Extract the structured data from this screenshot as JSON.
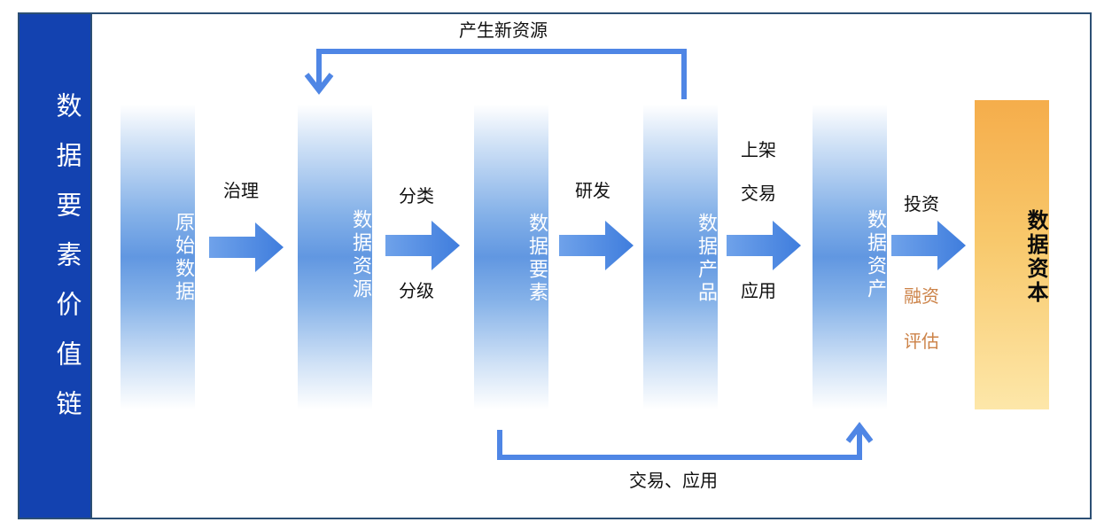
{
  "side_title": "数据要素价值链",
  "stages": {
    "raw_data": "原始数据",
    "data_resource": "数据资源",
    "data_element": "数据要素",
    "data_product": "数据产品",
    "data_asset": "数据资产",
    "data_capital": "数据资本"
  },
  "transitions": {
    "governance": "治理",
    "classify": "分类",
    "grade": "分级",
    "research": "研发",
    "list": "上架",
    "trade": "交易",
    "apply": "应用",
    "invest": "投资",
    "financing": "融资",
    "evaluate": "评估"
  },
  "loops": {
    "top": "产生新资源",
    "bottom": "交易、应用"
  },
  "colors": {
    "side_band": "#1342b0",
    "arrow": "#4a84e0",
    "flow_line": "#4f86e5",
    "highlight_text": "#cc8247",
    "capital_top": "#f5ad4b",
    "capital_bottom": "#fde7a9"
  }
}
